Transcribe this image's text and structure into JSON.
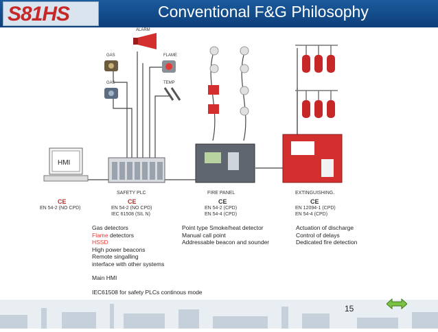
{
  "header": {
    "logo": "S81HS",
    "title": "Conventional F&G Philosophy"
  },
  "diagram": {
    "device_labels": {
      "alarm": "ALARM",
      "gas1": "GAS",
      "gas2": "GAS",
      "flame": "FLAME",
      "temp": "TEMP",
      "hmi": "HMI"
    },
    "captions": {
      "plc": "SAFETY PLC",
      "fire_panel": "FIRE PANEL",
      "extinguishing": "EXTINGUISHING."
    },
    "certs": {
      "hmi": "EN 54-2  (NO CPD)",
      "plc_1": "EN 54-2  (NO CPD)",
      "plc_2": "IEC 61508 (SIL N)",
      "fire_1": "EN 54-2  (CPD)",
      "fire_2": "EN 54-4  (CPD)",
      "ext_1": "EN 12094-1  (CPD)",
      "ext_2": "EN 54-4  (CPD)"
    },
    "ce_mark": "CE"
  },
  "col1": {
    "line1": "Gas detectors",
    "line2_red": "Flame",
    "line2_rest": " detectors",
    "line3": "HSSD",
    "line4": "High power beacons",
    "line5": "Remote singalling",
    "line6": "interface with other systems",
    "line7": "Main HMI",
    "line8": "IEC61508 for safety PLCs continous mode"
  },
  "col2": {
    "line1": "Point type Smoke/heat detector",
    "line2": "Manual call point",
    "line3": "Addressable beacon and sounder"
  },
  "col3": {
    "line1": "Actuation of discharge",
    "line2": "Control of delays",
    "line3": "Dedicated fire detection"
  },
  "footer": {
    "slide_number": "15"
  }
}
